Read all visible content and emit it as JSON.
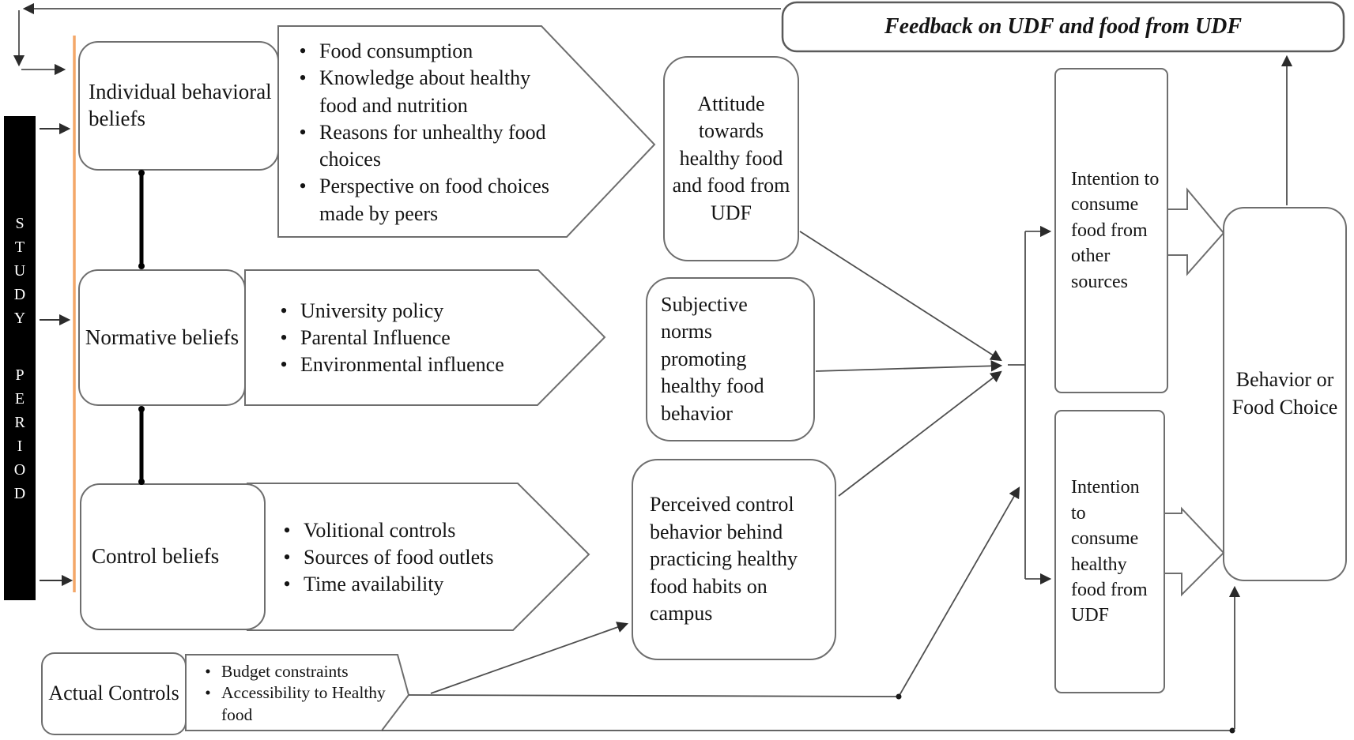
{
  "banner": {
    "text": "Feedback on UDF and food from UDF"
  },
  "study_period": {
    "word1": "STUDY",
    "word2": "PERIOD"
  },
  "beliefs": {
    "individual": {
      "label": "Individual behavioral beliefs",
      "bullets": [
        "Food consumption",
        "Knowledge about healthy food and nutrition",
        "Reasons for unhealthy food choices",
        "Perspective on food choices made by peers"
      ]
    },
    "normative": {
      "label": "Normative beliefs",
      "bullets": [
        "University policy",
        "Parental Influence",
        "Environmental influence"
      ]
    },
    "control": {
      "label": "Control beliefs",
      "bullets": [
        "Volitional controls",
        "Sources of food outlets",
        "Time availability"
      ]
    },
    "actual": {
      "label": "Actual Controls",
      "bullets": [
        "Budget constraints",
        "Accessibility to Healthy food"
      ]
    }
  },
  "mediators": {
    "attitude": "Attitude towards healthy food and food from UDF",
    "subjective": "Subjective norms promoting healthy food behavior",
    "perceived": "Perceived control behavior behind practicing healthy food habits on campus"
  },
  "intentions": {
    "other": "Intention to consume food from other sources",
    "udf": "Intention to consume healthy food from UDF"
  },
  "outcome": {
    "label": "Behavior or Food Choice"
  },
  "colors": {
    "study_bar": "#000000",
    "timeline": "#F4A768",
    "box_border": "#6e6e6e",
    "connector_line": "#4f4f4f",
    "text": "#141414"
  }
}
